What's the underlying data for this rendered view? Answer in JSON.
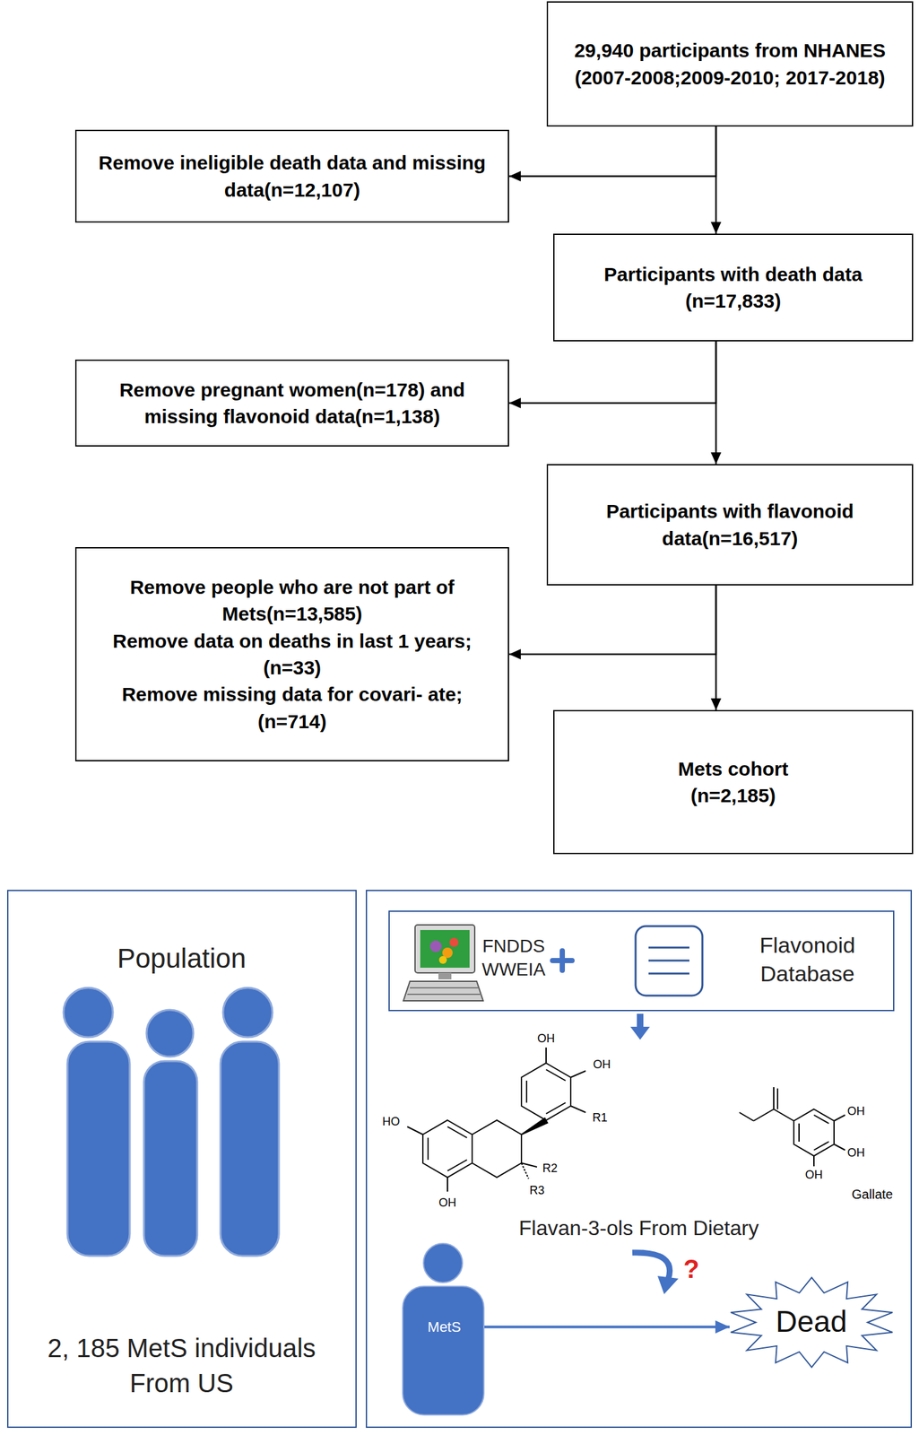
{
  "diagram": {
    "nodes": [
      {
        "text": [
          "29,940 participants from NHANES (2007-2008;2009-2010; 2017-2018)"
        ]
      },
      {
        "text": [
          "Remove ineligible death data and missing data(n=12,107)"
        ]
      },
      {
        "text": [
          "Participants with death data (n=17,833)"
        ]
      },
      {
        "text": [
          "Remove pregnant women(n=178) and missing flavonoid data(n=1,138)"
        ]
      },
      {
        "text": [
          "Participants with flavonoid data(n=16,517)"
        ]
      },
      {
        "text": [
          "Remove people who are not part of Mets(n=13,585)",
          "Remove data on deaths in last 1 years; (n=33)",
          "Remove missing data for covari- ate;(n=714)"
        ]
      },
      {
        "text": [
          "Mets cohort (n=2,185)"
        ]
      },
      {
        "text": [
          "Population",
          "2, 185 MetS individuals From US"
        ]
      },
      {
        "text": []
      },
      {
        "text": [
          "FNDDS WWEIA",
          "Flavonoid Database"
        ],
        "in": 8
      },
      {
        "text": [
          "MetS"
        ],
        "in": 8
      },
      {
        "text": [
          "Dead"
        ],
        "in": 8
      }
    ],
    "edges": [
      {
        "from": 0,
        "to": 2,
        "arrow": "to"
      },
      {
        "from": 0,
        "to": 1,
        "arrow": "to"
      },
      {
        "from": 2,
        "to": 4,
        "arrow": "to"
      },
      {
        "from": 2,
        "to": 3,
        "arrow": "to"
      },
      {
        "from": 4,
        "to": 6,
        "arrow": "to"
      },
      {
        "from": 4,
        "to": 5,
        "arrow": "to"
      },
      {
        "from": 10,
        "to": 11,
        "arrow": "to"
      }
    ],
    "labels": [
      "OH",
      "OH",
      "HO",
      "R1",
      "R2",
      "R3",
      "OH",
      "OH",
      "OH",
      "OH",
      "Gallate",
      "Flavan-3-ols From Dietary",
      "?"
    ]
  }
}
